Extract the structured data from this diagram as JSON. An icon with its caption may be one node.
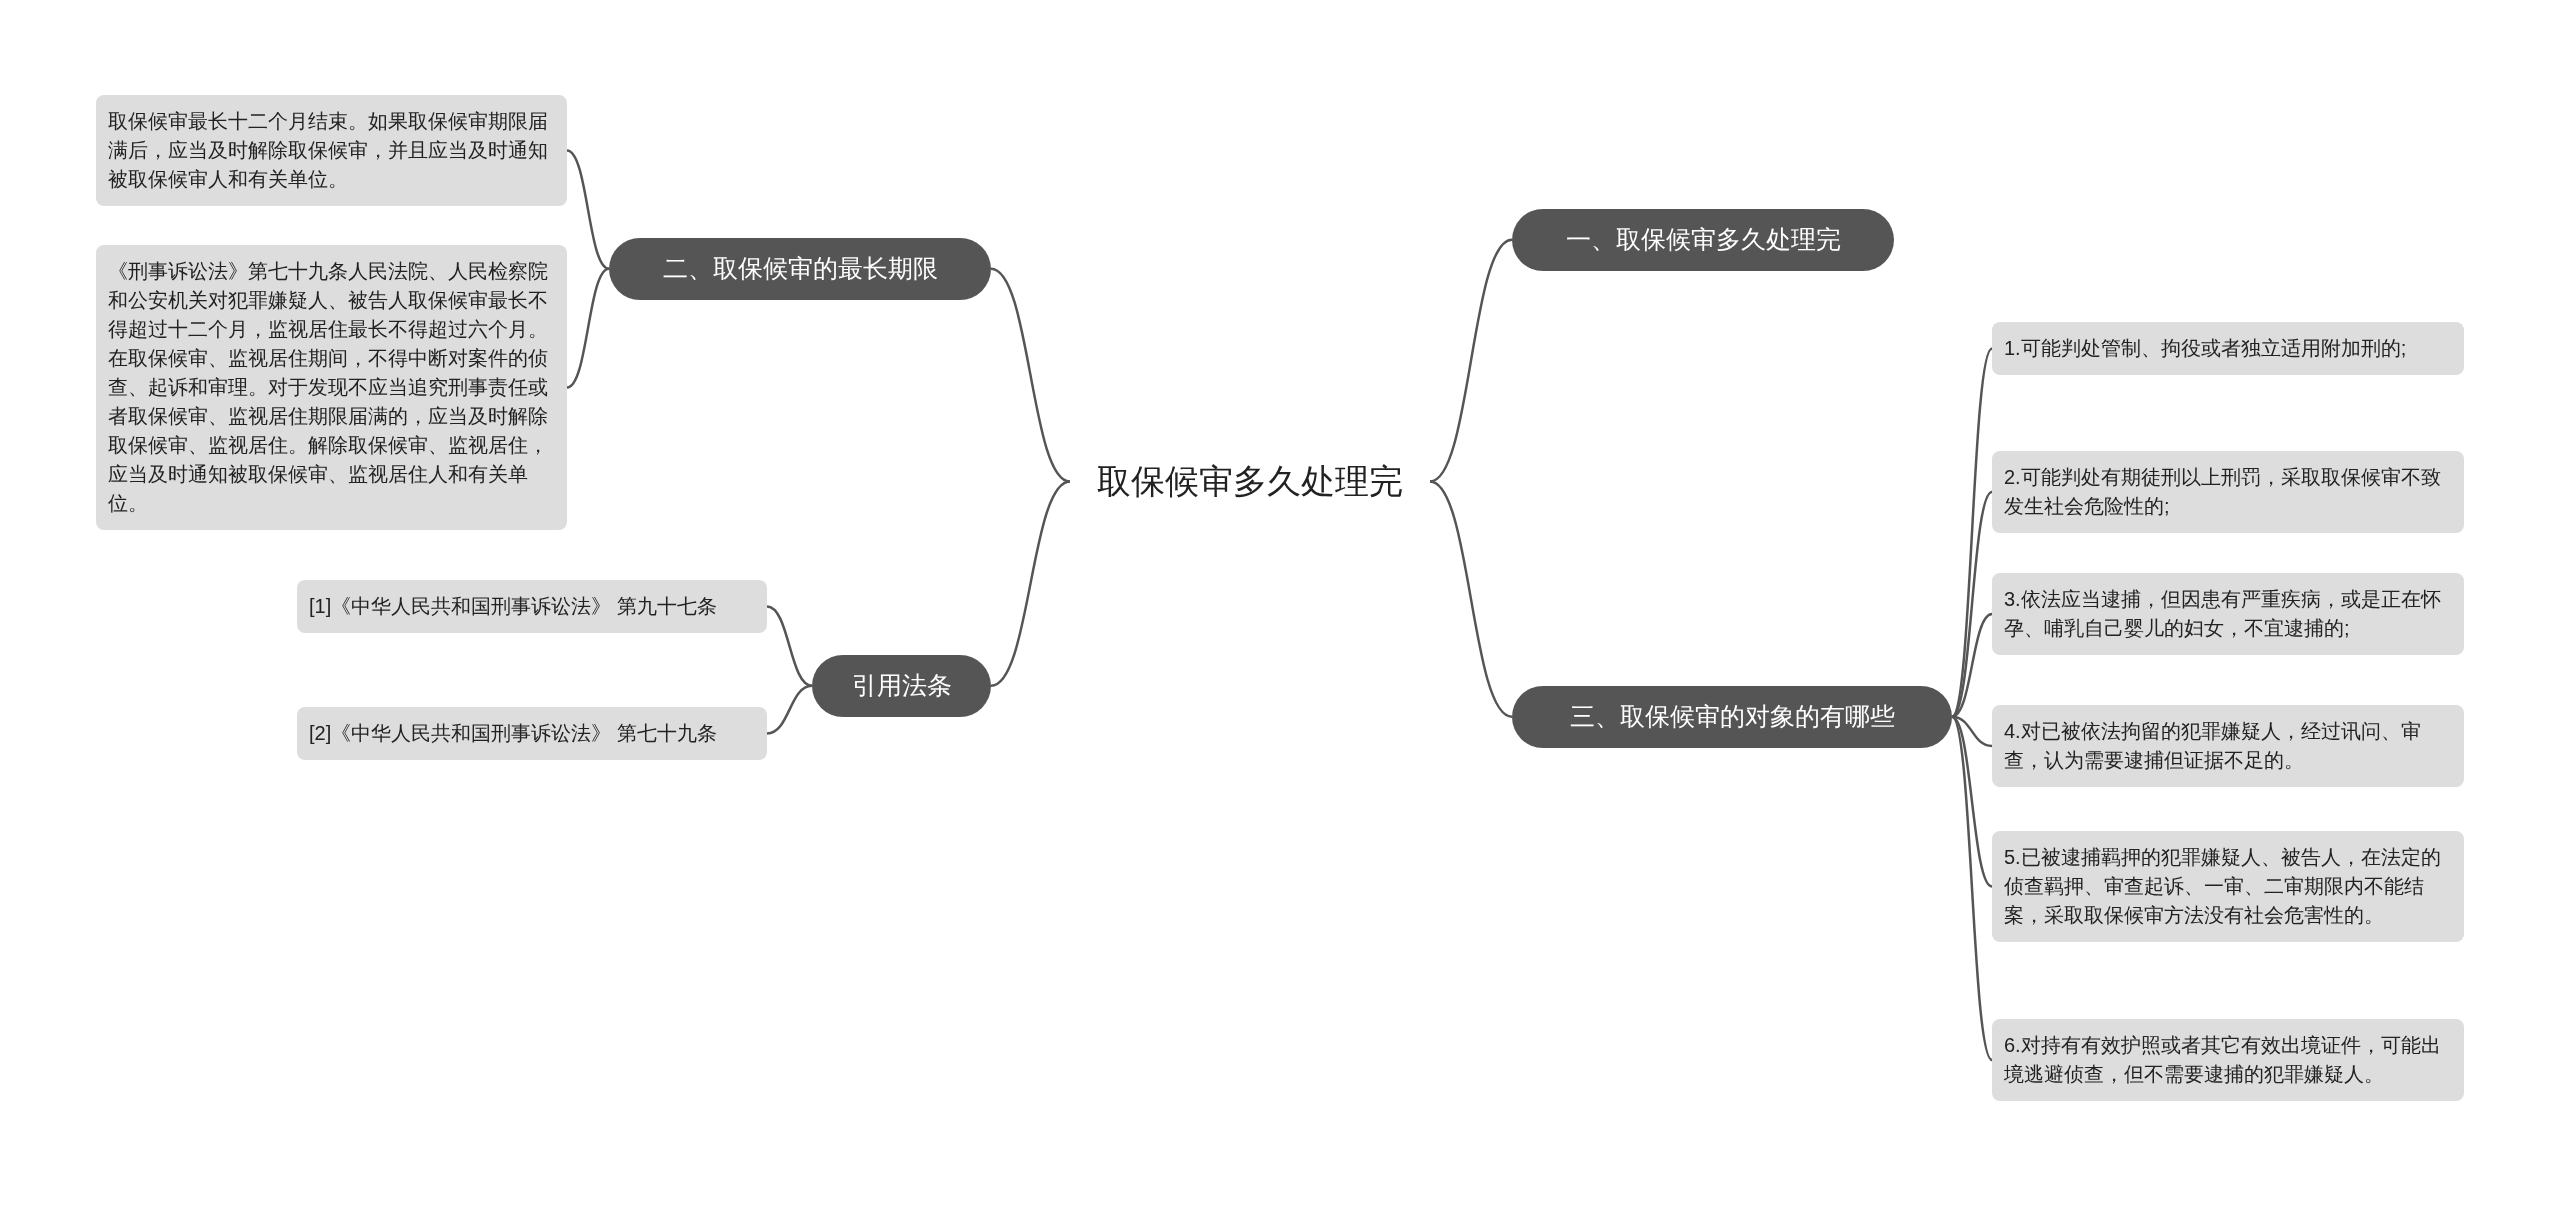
{
  "diagram": {
    "nodes": [
      {
        "text": [
          "取保候审多久处理完"
        ]
      },
      {
        "text": [
          "一、取保候审多久处理完"
        ]
      },
      {
        "text": [
          "三、取保候审的对象的有哪些"
        ]
      },
      {
        "text": [
          "1.可能判处管制、拘役或者独立适用附加刑的;"
        ]
      },
      {
        "text": [
          "2.可能判处有期徒刑以上刑罚，采取取保候审不致发生社会危险性的;"
        ]
      },
      {
        "text": [
          "3.依法应当逮捕，但因患有严重疾病，或是正在怀孕、哺乳自己婴儿的妇女，不宜逮捕的;"
        ]
      },
      {
        "text": [
          "4.对已被依法拘留的犯罪嫌疑人，经过讯问、审查，认为需要逮捕但证据不足的。"
        ]
      },
      {
        "text": [
          "5.已被逮捕羁押的犯罪嫌疑人、被告人，在法定的侦查羁押、审查起诉、一审、二审期限内不能结案，采取取保候审方法没有社会危害性的。"
        ]
      },
      {
        "text": [
          "6.对持有有效护照或者其它有效出境证件，可能出境逃避侦查，但不需要逮捕的犯罪嫌疑人。"
        ]
      },
      {
        "text": [
          "二、取保候审的最长期限"
        ]
      },
      {
        "text": [
          "取保候审最长十二个月结束。如果取保候审期限届满后，应当及时解除取保候审，并且应当及时通知被取保候审人和有关单位。"
        ]
      },
      {
        "text": [
          "《刑事诉讼法》第七十九条人民法院、人民检察院和公安机关对犯罪嫌疑人、被告人取保候审最长不得超过十二个月，监视居住最长不得超过六个月。在取保候审、监视居住期间，不得中断对案件的侦查、起诉和审理。对于发现不应当追究刑事责任或者取保候审、监视居住期限届满的，应当及时解除取保候审、监视居住。解除取保候审、监视居住，应当及时通知被取保候审、监视居住人和有关单位。"
        ]
      },
      {
        "text": [
          "引用法条"
        ]
      },
      {
        "text": [
          "[1]《中华人民共和国刑事诉讼法》 第九十七条"
        ]
      },
      {
        "text": [
          "[2]《中华人民共和国刑事诉讼法》 第七十九条"
        ]
      }
    ],
    "edges": [
      {
        "from": 0,
        "to": 1,
        "arrow": "none"
      },
      {
        "from": 0,
        "to": 2,
        "arrow": "none"
      },
      {
        "from": 0,
        "to": 9,
        "arrow": "none"
      },
      {
        "from": 0,
        "to": 12,
        "arrow": "none"
      },
      {
        "from": 2,
        "to": 3,
        "arrow": "none"
      },
      {
        "from": 2,
        "to": 4,
        "arrow": "none"
      },
      {
        "from": 2,
        "to": 5,
        "arrow": "none"
      },
      {
        "from": 2,
        "to": 6,
        "arrow": "none"
      },
      {
        "from": 2,
        "to": 7,
        "arrow": "none"
      },
      {
        "from": 2,
        "to": 8,
        "arrow": "none"
      },
      {
        "from": 9,
        "to": 10,
        "arrow": "none"
      },
      {
        "from": 9,
        "to": 11,
        "arrow": "none"
      },
      {
        "from": 12,
        "to": 13,
        "arrow": "none"
      },
      {
        "from": 12,
        "to": 14,
        "arrow": "none"
      }
    ]
  }
}
